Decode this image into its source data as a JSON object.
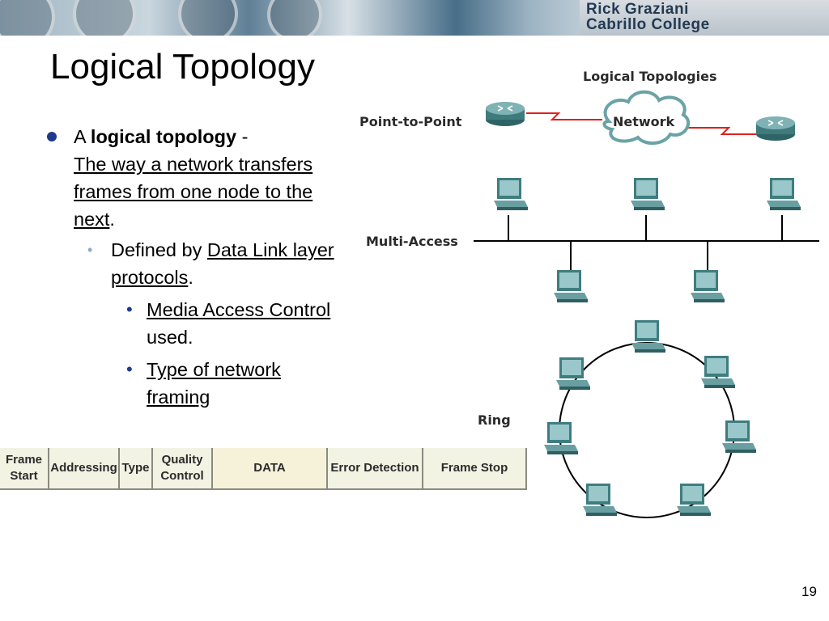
{
  "header": {
    "author_line1": "Rick Graziani",
    "author_line2": "Cabrillo College"
  },
  "slide": {
    "title": "Logical Topology",
    "page_number": "19"
  },
  "bullets": {
    "b1_prefix": "A ",
    "b1_term": "logical topology",
    "b1_dash": " -",
    "b1_definition": "The way a network transfers frames from one node to the next",
    "b1_end": ".",
    "b2_prefix": "Defined by ",
    "b2_link": "Data Link layer protocols",
    "b2_end": ".",
    "b3a_link": "Media Access Control",
    "b3a_suffix": " used.",
    "b3b_link": "Type of network framing"
  },
  "diagram": {
    "title": "Logical Topologies",
    "point_to_point_label": "Point-to-Point",
    "network_label": "Network",
    "multi_access_label": "Multi-Access",
    "ring_label": "Ring"
  },
  "frame_fields": [
    {
      "line1": "Frame",
      "line2": "Start"
    },
    {
      "line1": "Addressing",
      "line2": ""
    },
    {
      "line1": "Type",
      "line2": ""
    },
    {
      "line1": "Quality",
      "line2": "Control"
    },
    {
      "line1": "DATA",
      "line2": ""
    },
    {
      "line1": "Error Detection",
      "line2": ""
    },
    {
      "line1": "Frame Stop",
      "line2": ""
    }
  ],
  "colors": {
    "bullet_blue": "#1f3a8a",
    "link_red": "#e0201c",
    "router_teal": "#4e8a8e",
    "frame_bg": "#f3f3e4"
  }
}
